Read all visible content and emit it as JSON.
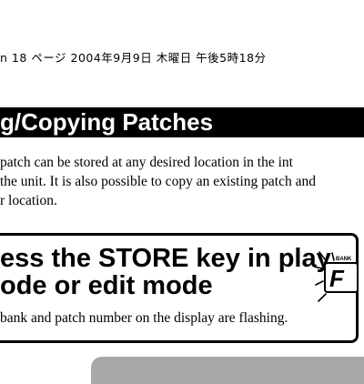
{
  "header": {
    "running_line": "n 18 ページ 2004年9月9日 木曜日 午後5時18分"
  },
  "section": {
    "title": "g/Copying Patches"
  },
  "intro": {
    "lines": [
      "patch can be stored at any desired location in the int",
      "the unit. It is also possible to copy an existing patch and",
      "r location."
    ]
  },
  "step": {
    "heading_lines": [
      "ess the STORE key in play",
      "ode or edit mode"
    ],
    "text": "bank and patch number on the display are flashing."
  },
  "display_graphic": {
    "label": "BANK",
    "readout": "F"
  }
}
